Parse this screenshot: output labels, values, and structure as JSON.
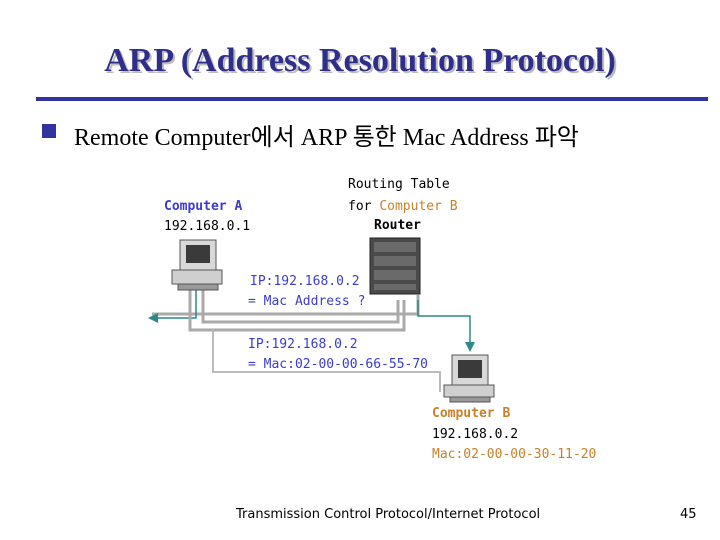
{
  "slide": {
    "title": "ARP (Address Resolution Protocol)",
    "bullet": "Remote Computer에서 ARP 통한 Mac Address 파악",
    "footer": "Transmission Control Protocol/Internet Protocol",
    "page_number": "45"
  },
  "diagram": {
    "computer_a": {
      "name": "Computer A",
      "ip": "192.168.0.1"
    },
    "routing_table": {
      "line1": "Routing Table",
      "line2_prefix": "for ",
      "line2_target": "Computer B"
    },
    "router": {
      "label": "Router"
    },
    "request": {
      "line1": "IP:192.168.0.2",
      "line2": "= Mac Address ?"
    },
    "reply": {
      "line1": "IP:192.168.0.2",
      "line2": "= Mac:02-00-00-66-55-70"
    },
    "computer_b": {
      "name": "Computer B",
      "ip": "192.168.0.2",
      "mac": "Mac:02-00-00-30-11-20"
    }
  },
  "colors": {
    "title": "#2f2f8a",
    "accent": "#3333a0",
    "label_blue": "#3b3bd0",
    "label_orange": "#c8802a",
    "arrow_teal": "#2a8a8a"
  }
}
